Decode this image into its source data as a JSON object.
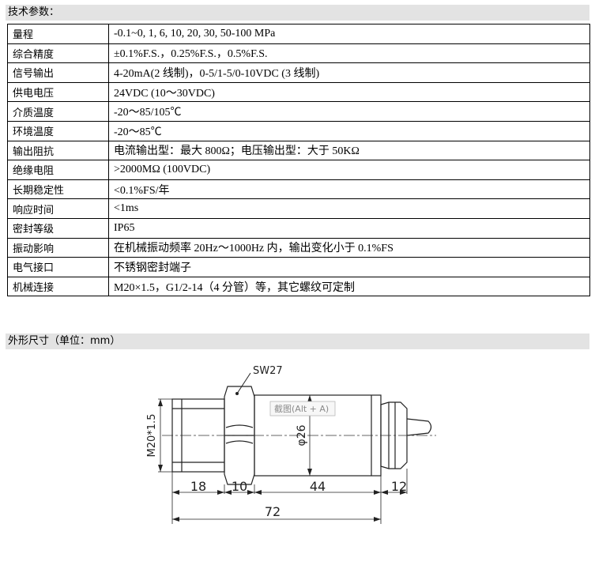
{
  "spec_section": {
    "title": "技术参数："
  },
  "specs": [
    {
      "label": "量程",
      "value": "-0.1~0, 1, 6, 10, 20, 30, 50-100 MPa"
    },
    {
      "label": "综合精度",
      "value": "±0.1%F.S.，0.25%F.S.，0.5%F.S."
    },
    {
      "label": "信号输出",
      "value": "4-20mA(2 线制)，0-5/1-5/0-10VDC (3 线制)"
    },
    {
      "label": "供电电压",
      "value": "24VDC (10～30VDC)"
    },
    {
      "label": "介质温度",
      "value": "-20～85/105℃"
    },
    {
      "label": "环境温度",
      "value": "-20～85℃"
    },
    {
      "label": "输出阻抗",
      "value": "电流输出型：最大 800Ω；电压输出型：大于 50KΩ"
    },
    {
      "label": "绝缘电阻",
      "value": ">2000MΩ (100VDC)"
    },
    {
      "label": "长期稳定性",
      "value": "<0.1%FS/年"
    },
    {
      "label": "响应时间",
      "value": "<1ms"
    },
    {
      "label": "密封等级",
      "value": "IP65"
    },
    {
      "label": "振动影响",
      "value": "在机械振动频率 20Hz～1000Hz 内，输出变化小于 0.1%FS"
    },
    {
      "label": "电气接口",
      "value": "不锈钢密封端子"
    },
    {
      "label": "机械连接",
      "value": "M20×1.5，G1/2-14（4 分管）等，其它螺纹可定制"
    }
  ],
  "dimension_section": {
    "title": "外形尺寸（单位：mm）"
  },
  "drawing": {
    "hex_label": "SW27",
    "thread_label": "M20*1.5",
    "diameter_label": "φ26",
    "dimensions": {
      "thread": "18",
      "hex": "10",
      "body": "44",
      "connector": "12",
      "overall": "72"
    },
    "tooltip": "截图(Alt + A)"
  }
}
